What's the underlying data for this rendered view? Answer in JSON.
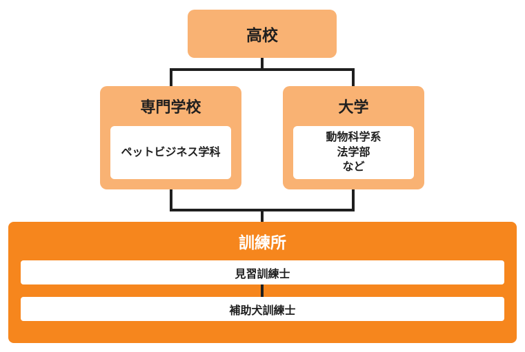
{
  "colors": {
    "light_orange": "#f9b273",
    "orange": "#f6861d",
    "line": "#1f1f1f",
    "inner_white": "#ffffff"
  },
  "top_box": {
    "label": "高校"
  },
  "branches": [
    {
      "title": "専門学校",
      "lines": [
        "ペットビジネス学科"
      ]
    },
    {
      "title": "大学",
      "lines": [
        "動物科学系",
        "法学部",
        "など"
      ]
    }
  ],
  "bottom": {
    "title": "訓練所",
    "bars": [
      "見習訓練士",
      "補助犬訓練士"
    ]
  }
}
